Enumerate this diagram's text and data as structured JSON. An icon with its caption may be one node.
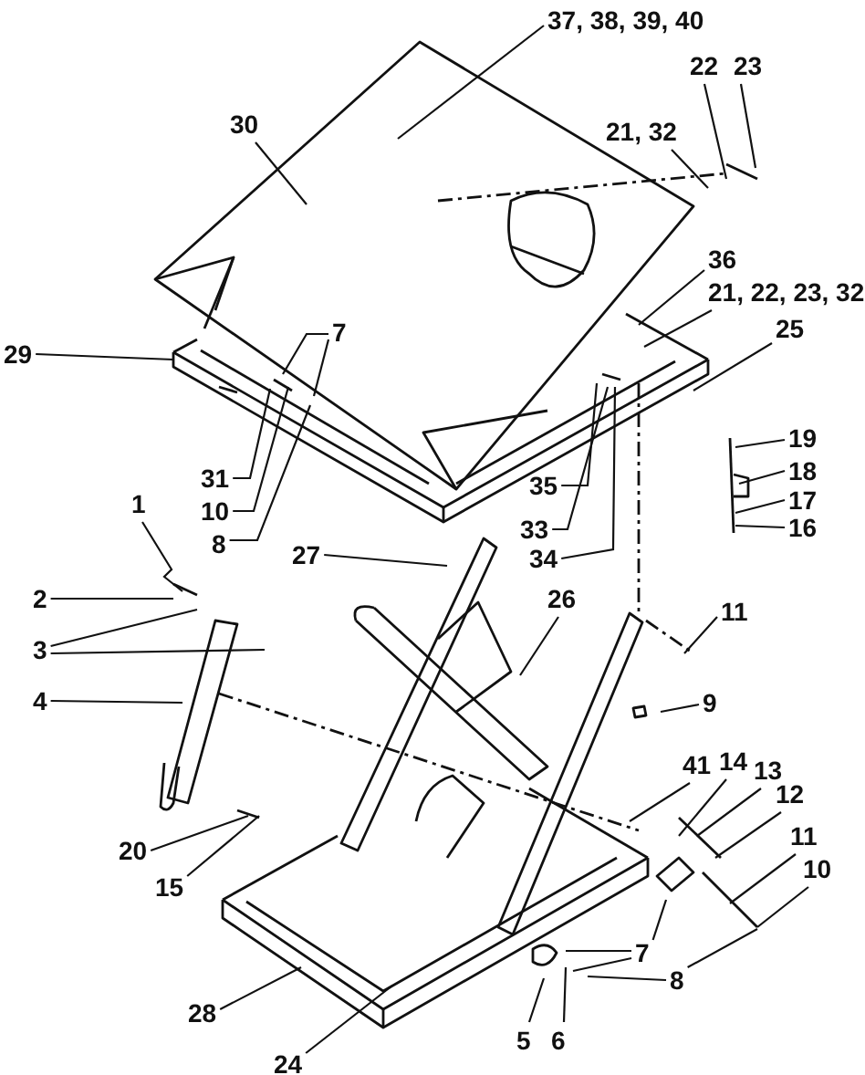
{
  "diagram": {
    "nodes": [
      {
        "text": [
          "37, 38, 39, 40"
        ]
      },
      {
        "text": [
          "22"
        ]
      },
      {
        "text": [
          "23"
        ]
      },
      {
        "text": [
          "30"
        ]
      },
      {
        "text": [
          "21, 32"
        ]
      },
      {
        "text": [
          "36"
        ]
      },
      {
        "text": [
          "21, 22, 23, 32"
        ]
      },
      {
        "text": [
          "7"
        ]
      },
      {
        "text": [
          "25"
        ]
      },
      {
        "text": [
          "29"
        ]
      },
      {
        "text": [
          "19"
        ]
      },
      {
        "text": [
          "18"
        ]
      },
      {
        "text": [
          "31"
        ]
      },
      {
        "text": [
          "35"
        ]
      },
      {
        "text": [
          "17"
        ]
      },
      {
        "text": [
          "10"
        ]
      },
      {
        "text": [
          "33"
        ]
      },
      {
        "text": [
          "16"
        ]
      },
      {
        "text": [
          "1"
        ]
      },
      {
        "text": [
          "8"
        ]
      },
      {
        "text": [
          "34"
        ]
      },
      {
        "text": [
          "27"
        ]
      },
      {
        "text": [
          "2"
        ]
      },
      {
        "text": [
          "26"
        ]
      },
      {
        "text": [
          "11"
        ]
      },
      {
        "text": [
          "3"
        ]
      },
      {
        "text": [
          "4"
        ]
      },
      {
        "text": [
          "9"
        ]
      },
      {
        "text": [
          "41"
        ]
      },
      {
        "text": [
          "14"
        ]
      },
      {
        "text": [
          "13"
        ]
      },
      {
        "text": [
          "12"
        ]
      },
      {
        "text": [
          "11"
        ]
      },
      {
        "text": [
          "20"
        ]
      },
      {
        "text": [
          "10"
        ]
      },
      {
        "text": [
          "15"
        ]
      },
      {
        "text": [
          "7"
        ]
      },
      {
        "text": [
          "8"
        ]
      },
      {
        "text": [
          "28"
        ]
      },
      {
        "text": [
          "5"
        ]
      },
      {
        "text": [
          "6"
        ]
      },
      {
        "text": [
          "24"
        ]
      }
    ],
    "edges": [
      {
        "from": 0,
        "to": null,
        "arrow": "none"
      },
      {
        "from": 1,
        "to": null,
        "arrow": "none"
      },
      {
        "from": 2,
        "to": null,
        "arrow": "none"
      },
      {
        "from": 3,
        "to": null,
        "arrow": "none"
      },
      {
        "from": 4,
        "to": null,
        "arrow": "none"
      },
      {
        "from": 5,
        "to": null,
        "arrow": "none"
      },
      {
        "from": 6,
        "to": null,
        "arrow": "none"
      },
      {
        "from": 7,
        "to": null,
        "arrow": "none"
      },
      {
        "from": 7,
        "to": null,
        "arrow": "none"
      },
      {
        "from": 8,
        "to": null,
        "arrow": "none"
      },
      {
        "from": 9,
        "to": null,
        "arrow": "none"
      },
      {
        "from": 10,
        "to": null,
        "arrow": "none"
      },
      {
        "from": 11,
        "to": null,
        "arrow": "none"
      },
      {
        "from": 12,
        "to": null,
        "arrow": "none"
      },
      {
        "from": 13,
        "to": null,
        "arrow": "none"
      },
      {
        "from": 14,
        "to": null,
        "arrow": "none"
      },
      {
        "from": 15,
        "to": null,
        "arrow": "none"
      },
      {
        "from": 16,
        "to": null,
        "arrow": "none"
      },
      {
        "from": 17,
        "to": null,
        "arrow": "none"
      },
      {
        "from": 18,
        "to": null,
        "arrow": "none"
      },
      {
        "from": 19,
        "to": null,
        "arrow": "none"
      },
      {
        "from": 20,
        "to": null,
        "arrow": "none"
      },
      {
        "from": 21,
        "to": null,
        "arrow": "none"
      },
      {
        "from": 22,
        "to": null,
        "arrow": "none"
      },
      {
        "from": 23,
        "to": null,
        "arrow": "none"
      },
      {
        "from": 24,
        "to": null,
        "arrow": "none"
      },
      {
        "from": 25,
        "to": null,
        "arrow": "none"
      },
      {
        "from": 25,
        "to": null,
        "arrow": "none"
      },
      {
        "from": 26,
        "to": null,
        "arrow": "none"
      },
      {
        "from": 27,
        "to": null,
        "arrow": "none"
      },
      {
        "from": 28,
        "to": null,
        "arrow": "none"
      },
      {
        "from": 29,
        "to": null,
        "arrow": "none"
      },
      {
        "from": 30,
        "to": null,
        "arrow": "none"
      },
      {
        "from": 31,
        "to": null,
        "arrow": "none"
      },
      {
        "from": 32,
        "to": null,
        "arrow": "none"
      },
      {
        "from": 34,
        "to": null,
        "arrow": "none"
      },
      {
        "from": 33,
        "to": null,
        "arrow": "none"
      },
      {
        "from": 35,
        "to": null,
        "arrow": "none"
      },
      {
        "from": 36,
        "to": null,
        "arrow": "none"
      },
      {
        "from": 36,
        "to": null,
        "arrow": "none"
      },
      {
        "from": 36,
        "to": null,
        "arrow": "none"
      },
      {
        "from": 37,
        "to": null,
        "arrow": "none"
      },
      {
        "from": 37,
        "to": null,
        "arrow": "none"
      },
      {
        "from": 38,
        "to": null,
        "arrow": "none"
      },
      {
        "from": 39,
        "to": null,
        "arrow": "none"
      },
      {
        "from": 40,
        "to": null,
        "arrow": "none"
      },
      {
        "from": 41,
        "to": null,
        "arrow": "none"
      }
    ]
  }
}
